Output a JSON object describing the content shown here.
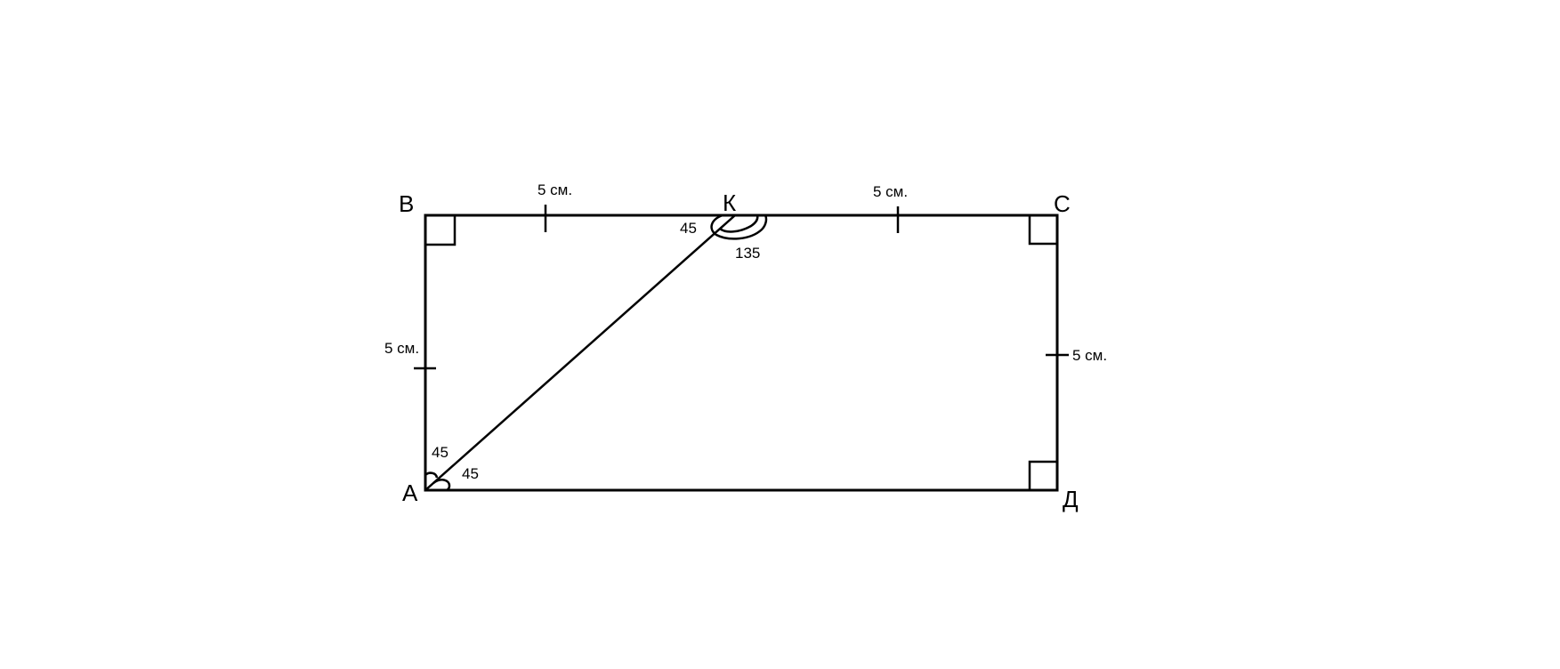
{
  "vertices": {
    "A": "А",
    "B": "В",
    "C": "С",
    "D": "Д",
    "K": "К"
  },
  "side_labels": {
    "bk": "5 см.",
    "kc": "5 см.",
    "ab": "5 см.",
    "cd": "5 см."
  },
  "angle_labels": {
    "a_upper": "45",
    "a_lower": "45",
    "k_left": "45",
    "k_right": "135"
  },
  "colors": {
    "stroke": "#000000",
    "background": "#ffffff"
  }
}
